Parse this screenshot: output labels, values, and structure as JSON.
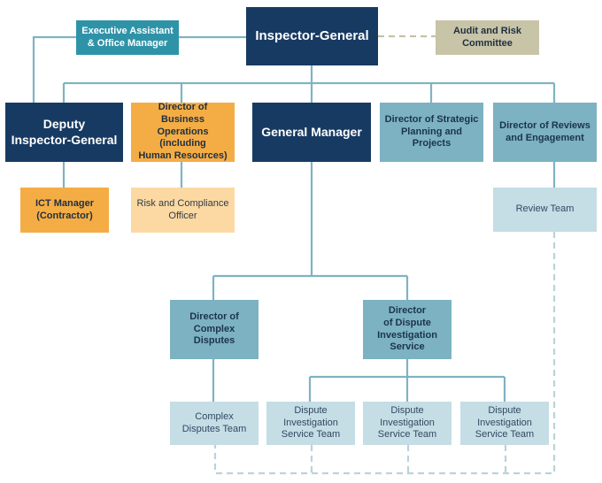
{
  "colors": {
    "navy": "#173a62",
    "teal": "#2f93a8",
    "tan": "#c7c4a8",
    "orange": "#f4ad45",
    "peach": "#fcd9a3",
    "blue": "#7cb2c1",
    "light_blue": "#c5dde5",
    "line": "#7fb3c2",
    "dashed_tan": "#c8c1a4"
  },
  "org": {
    "inspector_general": "Inspector-General",
    "executive_assistant": "Executive Assistant\n& Office Manager",
    "audit_risk_committee": "Audit and Risk\nCommittee",
    "deputy_ig": "Deputy\nInspector-General",
    "director_business_operations": "Director of Business\nOperations (including\nHuman Resources)",
    "general_manager": "General Manager",
    "director_strategic_planning": "Director of Strategic\nPlanning and Projects",
    "director_reviews_engagement": "Director of Reviews\nand Engagement",
    "ict_manager": "ICT Manager\n(Contractor)",
    "risk_compliance_officer": "Risk and Compliance\nOfficer",
    "review_team": "Review Team",
    "director_complex_disputes": "Director of\nComplex\nDisputes",
    "director_dispute_investigation": "Director\nof Dispute\nInvestigation\nService",
    "complex_disputes_team": "Complex\nDisputes Team",
    "dispute_team_1": "Dispute\nInvestigation\nService Team",
    "dispute_team_2": "Dispute\nInvestigation\nService Team",
    "dispute_team_3": "Dispute\nInvestigation\nService Team"
  }
}
